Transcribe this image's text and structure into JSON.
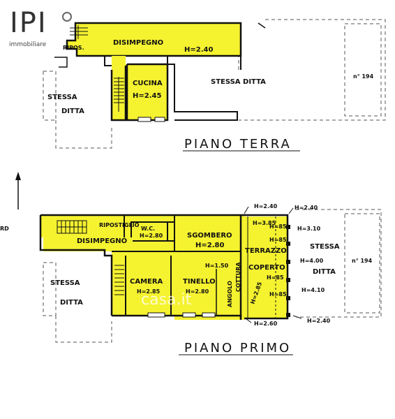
{
  "logo": {
    "mark": "IPI",
    "sub": "immobiliare"
  },
  "ground_floor": {
    "title": "PIANO TERRA",
    "rooms": {
      "disimpegno": "DISIMPEGNO",
      "disimpegno_h": "H=2.40",
      "ripos": "RIPOS.",
      "cucina": "CUCINA",
      "cucina_h": "H=2.45",
      "stessa_ditta_1": "STESSA DITTA",
      "stessa_ditta_left_1": "STESSA",
      "stessa_ditta_left_2": "DITTA",
      "n194": "n° 194"
    }
  },
  "first_floor": {
    "title": "PIANO PRIMO",
    "rooms": {
      "ripostiglio": "RIPOSTIGLIO",
      "disimpegno": "DISIMPEGNO",
      "wc": "W.C.",
      "wc_h": "H=2.80",
      "sgombero": "SGOMBERO",
      "sgombero_h": "H=2.80",
      "terrazzo": "TERRAZZO",
      "coperto": "COPERTO",
      "camera": "CAMERA",
      "camera_h": "H=2.85",
      "tinello": "TINELLO",
      "tinello_h": "H=2.80",
      "angolo": "ANGOLO",
      "cottura": "COTTURA",
      "h_150": "H=1.50",
      "stessa_left_1": "STESSA",
      "stessa_left_2": "DITTA",
      "stessa_right_1": "STESSA",
      "stessa_right_2": "DITTA",
      "n194": "n° 194",
      "rd": "RD"
    },
    "heights": {
      "top_240": "H=2.40",
      "top_right_240": "H=2.40",
      "h_385": "H=3.85",
      "h_85_a": "H=85",
      "h_310": "H=3.10",
      "h_85_b": "H=85",
      "h_400": "H=4.00",
      "h_85_c": "H=85",
      "h_410": "H=4.10",
      "h_285": "H=2.85",
      "h_85_d": "H=85",
      "bottom_260": "H=2.60",
      "bottom_right_240": "H=2.40"
    }
  },
  "watermark": "casa.it",
  "colors": {
    "room_fill": "#f5f230",
    "line": "#1a1a1a",
    "dash": "#555555"
  }
}
